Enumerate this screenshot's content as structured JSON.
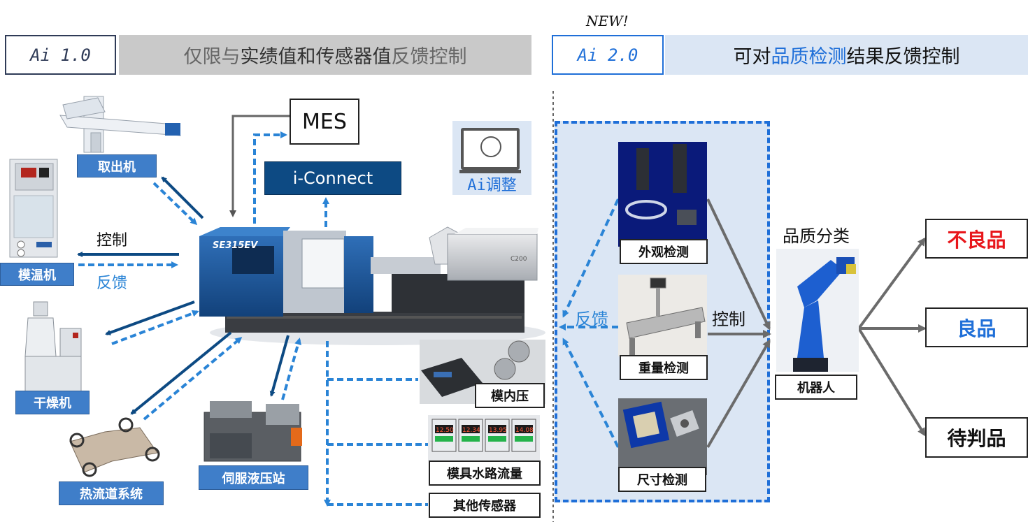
{
  "new_badge": "NEW!",
  "left_header": {
    "version": "Ai 1.0",
    "text_parts": [
      "仅限与",
      "实绩值和传感器值",
      "反馈控制"
    ]
  },
  "right_header": {
    "version": "Ai 2.0",
    "text_parts": [
      "可对",
      "品质检测",
      "结果反馈控制"
    ]
  },
  "peripherals": {
    "robot_arm": "取出机",
    "mold_temp": "模温机",
    "dryer": "干燥机",
    "hot_runner": "热流道系统",
    "servo_hydraulic": "伺服液压站"
  },
  "flow_labels": {
    "control_left": "控制",
    "feedback_left": "反馈",
    "feedback_right": "反馈",
    "control_right": "控制",
    "quality_sort": "品质分类"
  },
  "systems": {
    "mes": "MES",
    "iconnect": "i-Connect",
    "ai_tune": "Ai调整"
  },
  "machine": {
    "model": "SE315EV",
    "controller": "C200"
  },
  "sensors": [
    "模内压",
    "模具水路流量",
    "其他传感器"
  ],
  "flow_displays": [
    "12.50",
    "12.34",
    "13.95",
    "14.08"
  ],
  "inspections": [
    "外观检测",
    "重量检测",
    "尺寸检测"
  ],
  "robot": "机器人",
  "results": [
    "不良品",
    "良品",
    "待判品"
  ],
  "colors": {
    "navy": "#0d4a83",
    "tag_blue": "#3f7ec9",
    "dash_blue": "#2a84d6",
    "highlight_blue": "#1f6fd8",
    "bad_red": "#e8161b",
    "good_blue": "#1f6fd8",
    "grey_bar": "#c9c9c9",
    "light_panel": "#dbe6f4"
  }
}
